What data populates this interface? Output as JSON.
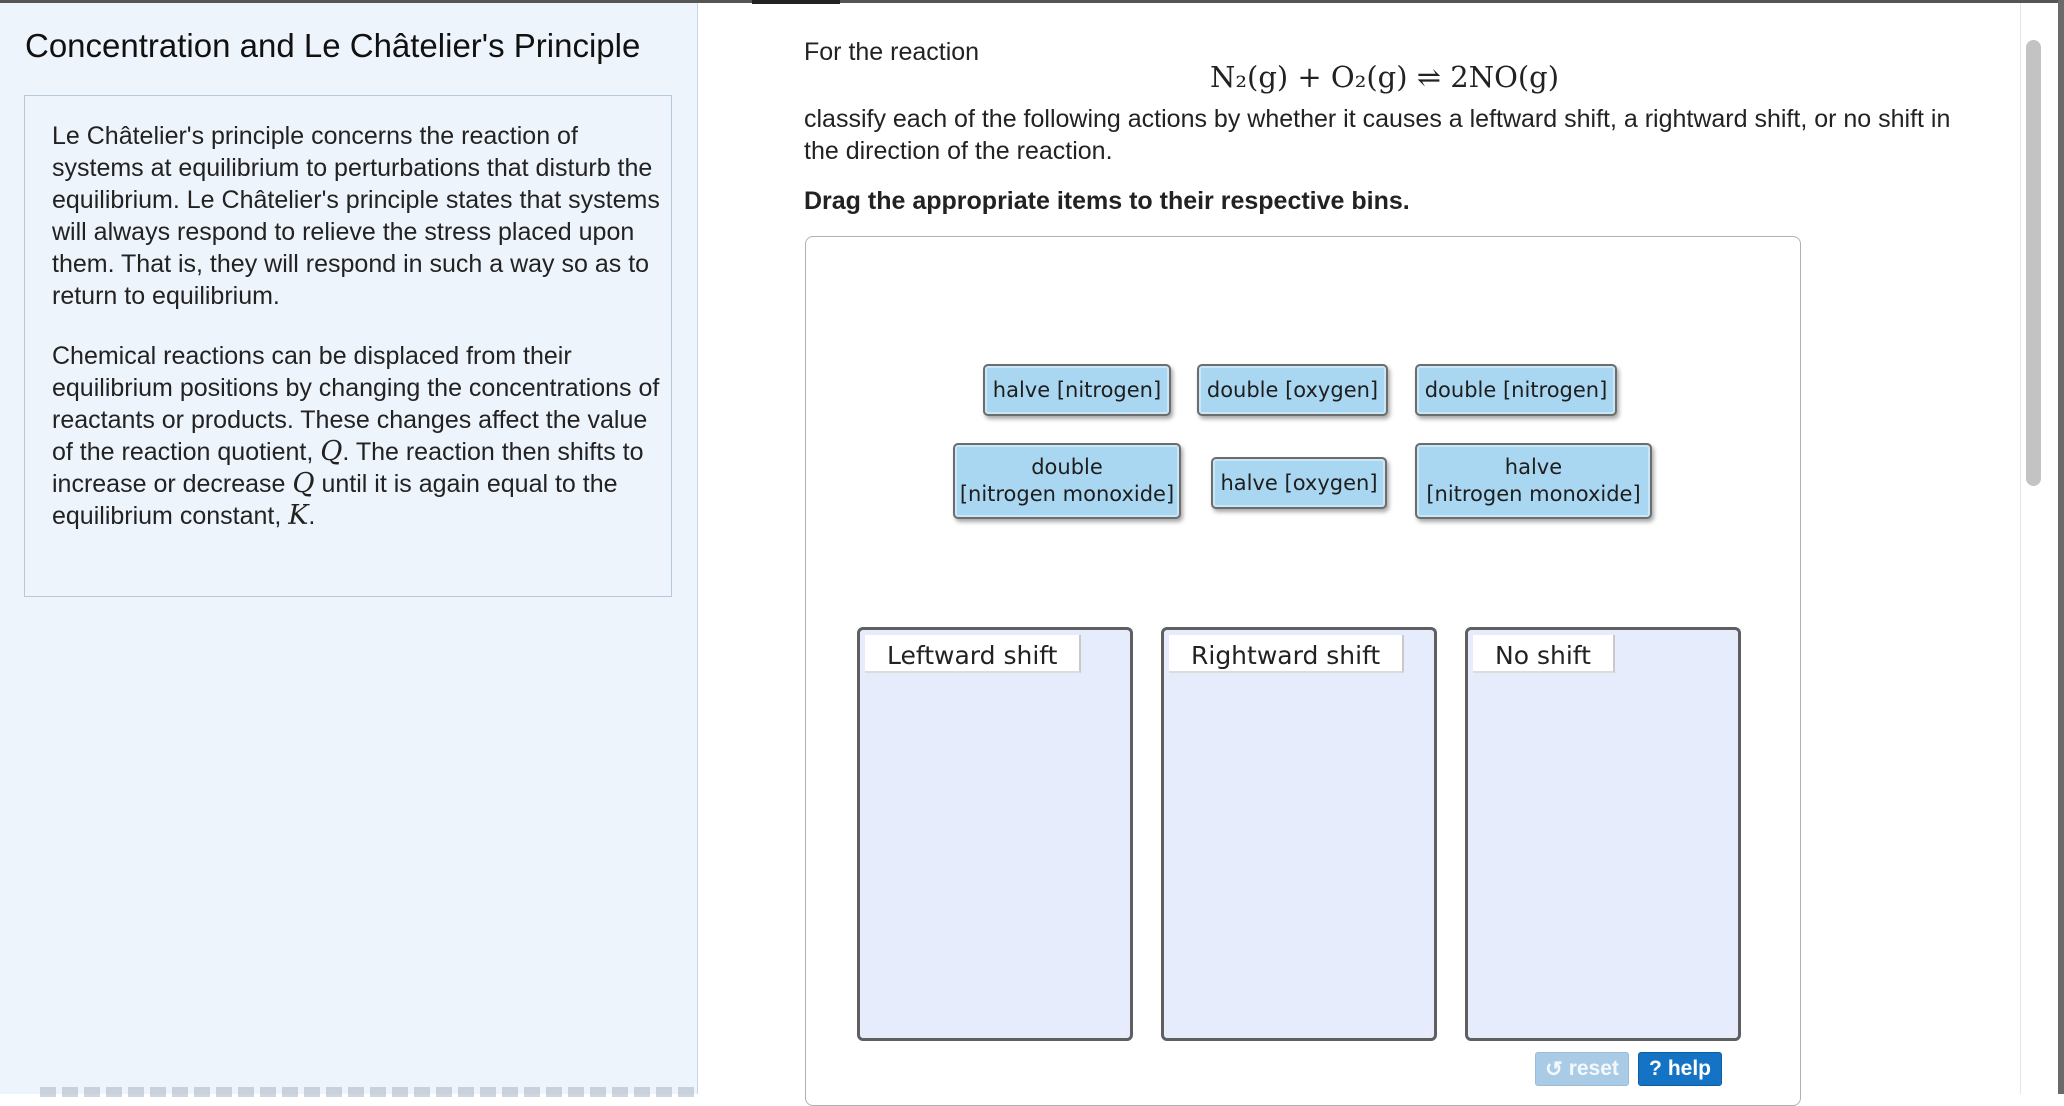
{
  "left": {
    "title": "Concentration and Le Châtelier's Principle",
    "para1": "Le Châtelier's principle concerns the reaction of systems at equilibrium to perturbations that disturb the equilibrium. Le Châtelier's principle states that systems will always respond to relieve the stress placed upon them. That is, they will respond in such a way so as to return to equilibrium.",
    "para2_a": "Chemical reactions can be displaced from their equilibrium positions by changing the concentrations of reactants or products. These changes affect the value of the reaction quotient, ",
    "para2_q1": "Q",
    "para2_b": ". The reaction then shifts to increase or decrease ",
    "para2_q2": "Q",
    "para2_c": " until it is again equal to the equilibrium constant, ",
    "para2_k": "K",
    "para2_d": "."
  },
  "question": {
    "prompt": "For the reaction",
    "equation": "N₂(g) + O₂(g) ⇌ 2NO(g)",
    "instruction": "classify each of the following actions by whether it causes a leftward shift, a rightward shift, or no shift in the direction of the reaction.",
    "drag_instruction": "Drag the appropriate items to their respective bins."
  },
  "items": [
    {
      "label": "halve [nitrogen]"
    },
    {
      "label": "double [oxygen]"
    },
    {
      "label": "double [nitrogen]"
    },
    {
      "label": "double\n[nitrogen monoxide]"
    },
    {
      "label": "halve [oxygen]"
    },
    {
      "label": "halve\n[nitrogen monoxide]"
    }
  ],
  "bins": [
    {
      "label": "Leftward shift"
    },
    {
      "label": "Rightward shift"
    },
    {
      "label": "No shift"
    }
  ],
  "buttons": {
    "reset": "reset",
    "reset_icon": "↺",
    "help": "help",
    "help_icon": "?"
  },
  "icons": {
    "reset": "reset-icon",
    "help": "help-icon"
  },
  "colors": {
    "chip_fill": "#a9d6f0",
    "bin_fill": "#e6ecfb",
    "help_button": "#1473c5",
    "left_panel": "#eef4fb"
  }
}
